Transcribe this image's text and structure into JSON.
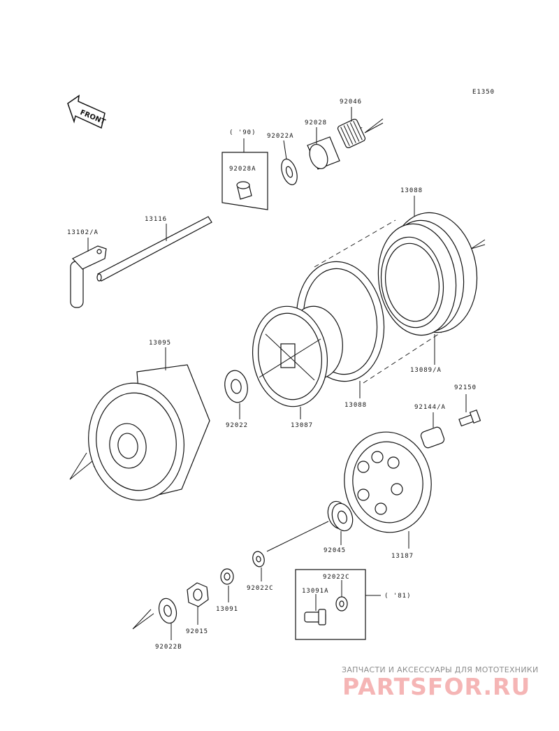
{
  "diagram": {
    "code": "E1350",
    "front": "FRONT",
    "parts": {
      "p92046": "92046",
      "p92028": "92028",
      "p92022A": "92022A",
      "p90": "( '90)",
      "p92028A": "92028A",
      "p13088_top": "13088",
      "p13116": "13116",
      "p13102A": "13102/A",
      "p13095": "13095",
      "p13089A": "13089/A",
      "p92022": "92022",
      "p13087": "13087",
      "p13088_bottom": "13088",
      "p92150": "92150",
      "p92144A": "92144/A",
      "p92045": "92045",
      "p13187": "13187",
      "p92022C": "92022C",
      "p13091": "13091",
      "p92015": "92015",
      "p92022B": "92022B",
      "p92022C_box": "92022C",
      "p13091A": "13091A",
      "p81": "( '81)"
    }
  },
  "watermark": {
    "tagline": "ЗАПЧАСТИ И АКСЕССУАРЫ ДЛЯ МОТОТЕХНИКИ",
    "logo": "PARTSFOR.RU"
  }
}
